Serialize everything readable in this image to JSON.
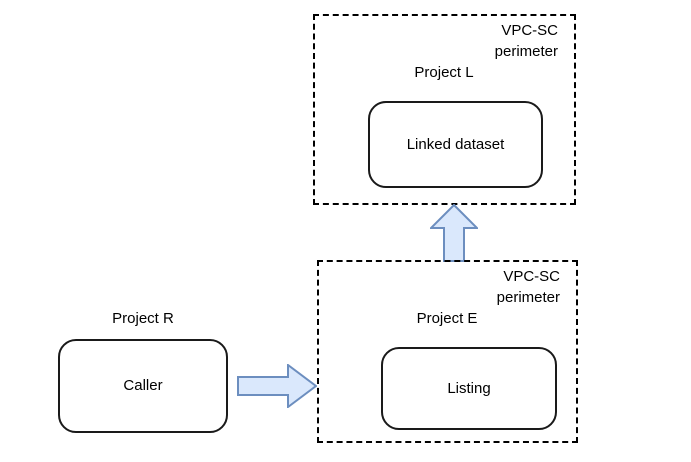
{
  "diagram": {
    "type": "architecture-flow",
    "background_color": "#ffffff",
    "arrow_fill_color": "#dae8fc",
    "arrow_stroke_color": "#6c8ebf",
    "node_stroke_color": "#1a1a1a",
    "perimeter_stroke_color": "#000000"
  },
  "perimeters": [
    {
      "id": "upper",
      "perimeter_label": "VPC-SC\nperimeter",
      "perimeter_label_line1": "VPC-SC",
      "perimeter_label_line2": "perimeter",
      "project_label": "Project L"
    },
    {
      "id": "lower",
      "perimeter_label": "VPC-SC\nperimeter",
      "perimeter_label_line1": "VPC-SC",
      "perimeter_label_line2": "perimeter",
      "project_label": "Project E"
    }
  ],
  "standalone": {
    "project_label": "Project R"
  },
  "nodes": [
    {
      "id": "linked-dataset",
      "label": "Linked dataset",
      "shape": "rounded-rectangle"
    },
    {
      "id": "caller",
      "label": "Caller",
      "shape": "rounded-rectangle"
    },
    {
      "id": "listing",
      "label": "Listing",
      "shape": "rounded-rectangle"
    }
  ],
  "arrows": [
    {
      "id": "arrow-up",
      "direction": "up",
      "from": "listing",
      "to": "linked-dataset"
    },
    {
      "id": "arrow-right",
      "direction": "right",
      "from": "caller",
      "to": "listing"
    }
  ]
}
